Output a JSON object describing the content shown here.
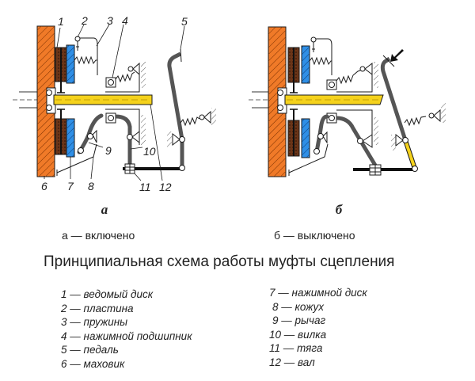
{
  "diagrams": [
    {
      "id": "a",
      "label": "а",
      "caption": "а — включено",
      "callouts": [
        "1",
        "2",
        "3",
        "4",
        "5",
        "6",
        "7",
        "8",
        "9",
        "10",
        "11",
        "12"
      ]
    },
    {
      "id": "b",
      "label": "б",
      "caption": "б — выключено",
      "callouts": []
    }
  ],
  "title": "Принципиальная схема работы муфты сцепления",
  "legend": {
    "left": [
      {
        "num": "1",
        "text": "ведомый диск"
      },
      {
        "num": "2",
        "text": "пластина"
      },
      {
        "num": "3",
        "text": "пружины"
      },
      {
        "num": "4",
        "text": "нажимной подшипник"
      },
      {
        "num": "5",
        "text": "педаль"
      },
      {
        "num": "6",
        "text": "маховик"
      }
    ],
    "right": [
      {
        "num": "7",
        "text": "нажимной диск"
      },
      {
        "num": "8",
        "text": "кожух"
      },
      {
        "num": "9",
        "text": "рычаг"
      },
      {
        "num": "10",
        "text": "вилка"
      },
      {
        "num": "11",
        "text": "тяга"
      },
      {
        "num": "12",
        "text": "вал"
      }
    ]
  },
  "colors": {
    "flywheel": "#f07a28",
    "driven_disc": "#6b3518",
    "pressure_disc": "#2f8fe6",
    "shaft": "#f5d21c",
    "lever": "#555555",
    "outline": "#1a1a1a"
  }
}
